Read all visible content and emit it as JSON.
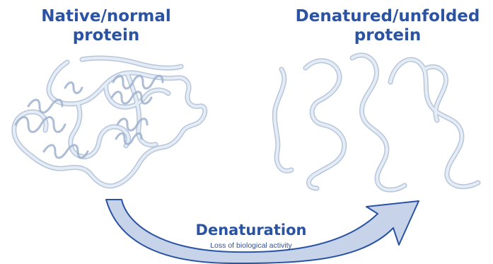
{
  "native": {
    "title_line1": "Native/normal",
    "title_line2": "protein"
  },
  "denatured": {
    "title_line1": "Denatured/unfolded",
    "title_line2": "protein"
  },
  "process": {
    "title": "Denaturation",
    "subtitle": "Loss of biological activity"
  },
  "colors": {
    "title_text": "#2a53a3",
    "ribbon_fill": "#e4ecf5",
    "ribbon_edge": "#9fb2cf",
    "arrow_fill": "#c7d3e8",
    "arrow_stroke": "#2a53a3"
  },
  "icons": [
    "folded-protein-ribbon",
    "unfolded-protein-ribbon",
    "curved-arrow"
  ]
}
